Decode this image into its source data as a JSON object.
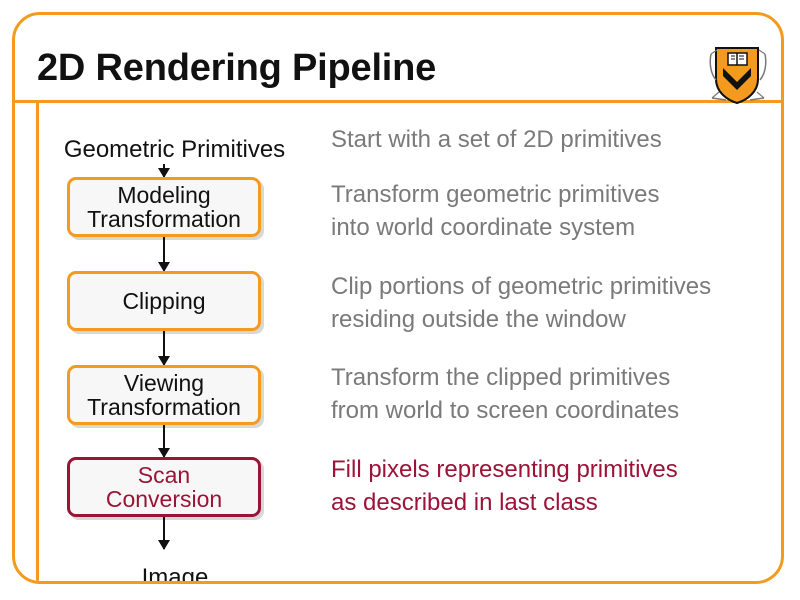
{
  "slide": {
    "title": "2D Rendering Pipeline",
    "colors": {
      "frame": "#f39a1f",
      "text": "#111111",
      "muted": "#7a7a7a",
      "highlight": "#9b1438"
    }
  },
  "pipeline": {
    "input_label": "Geometric Primitives",
    "output_label": "Image",
    "stages": [
      {
        "lines": [
          "Modeling",
          "Transformation"
        ],
        "description": [
          "Transform geometric primitives",
          "into world coordinate system"
        ],
        "highlighted": false
      },
      {
        "lines": [
          "Clipping"
        ],
        "description": [
          "Clip portions of geometric primitives",
          "residing outside the window"
        ],
        "highlighted": false
      },
      {
        "lines": [
          "Viewing",
          "Transformation"
        ],
        "description": [
          "Transform the clipped primitives",
          "from world to screen coordinates"
        ],
        "highlighted": false
      },
      {
        "lines": [
          "Scan",
          "Conversion"
        ],
        "description": [
          "Fill pixels representing primitives",
          "as described in last class"
        ],
        "highlighted": true
      }
    ],
    "input_description": "Start with a set of 2D primitives"
  },
  "logo": {
    "icon": "university-shield-icon"
  }
}
